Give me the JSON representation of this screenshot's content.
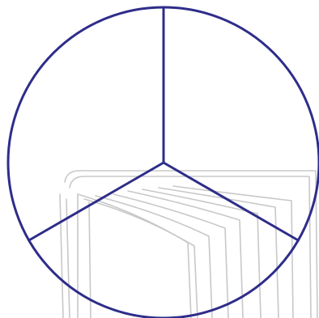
{
  "diagram": {
    "shape": "circle-divided-into-three-sectors",
    "sector_count": 3,
    "colors": {
      "circle_stroke": "#2e2d8a",
      "background_sketch": "#c8c8c8",
      "background": "#ffffff"
    },
    "background_sketch": "faint-outline-of-open-book"
  }
}
